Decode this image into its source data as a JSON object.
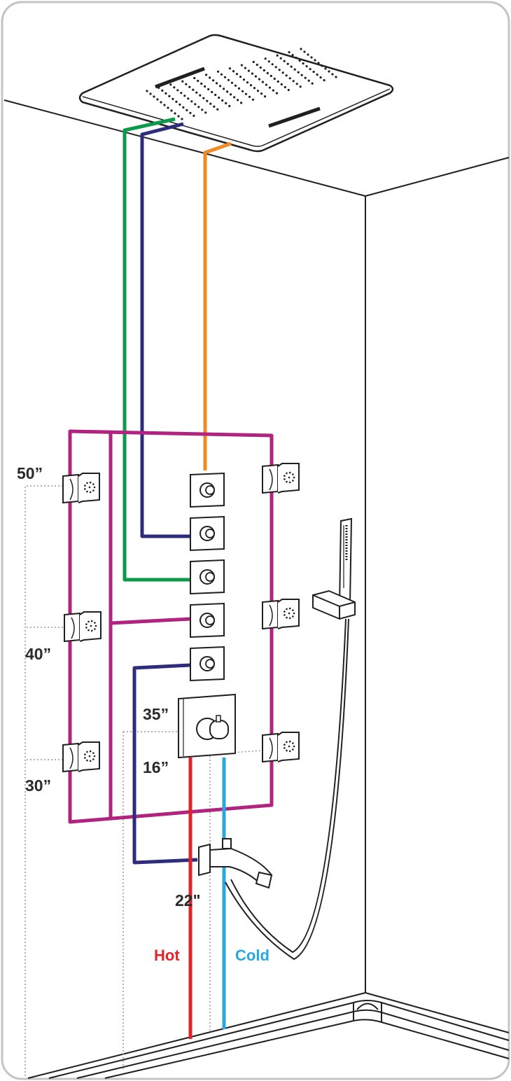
{
  "colors": {
    "frame": "#c4c4c4",
    "outline": "#231f20",
    "pipe_green": "#0b9a4a",
    "pipe_navy": "#2e2c7c",
    "pipe_orange": "#f18a24",
    "pipe_magenta": "#b0237f",
    "pipe_hot": "#e2232a",
    "pipe_cold": "#29a8df",
    "dim_guide": "#9a9a9a"
  },
  "heights": {
    "h50": "50”",
    "h40": "40”",
    "h30": "30”",
    "h35": "35”",
    "h16": "16”",
    "h22": "22\""
  },
  "supply": {
    "hot": "Hot",
    "cold": "Cold"
  },
  "icons": {
    "rain_head": "rain-shower-head-icon",
    "body_jet": "body-jet-icon",
    "diverter": "volume-control-icon",
    "thermostatic": "thermostatic-valve-icon",
    "spout": "tub-spout-icon",
    "hand_shower": "hand-shower-icon"
  }
}
